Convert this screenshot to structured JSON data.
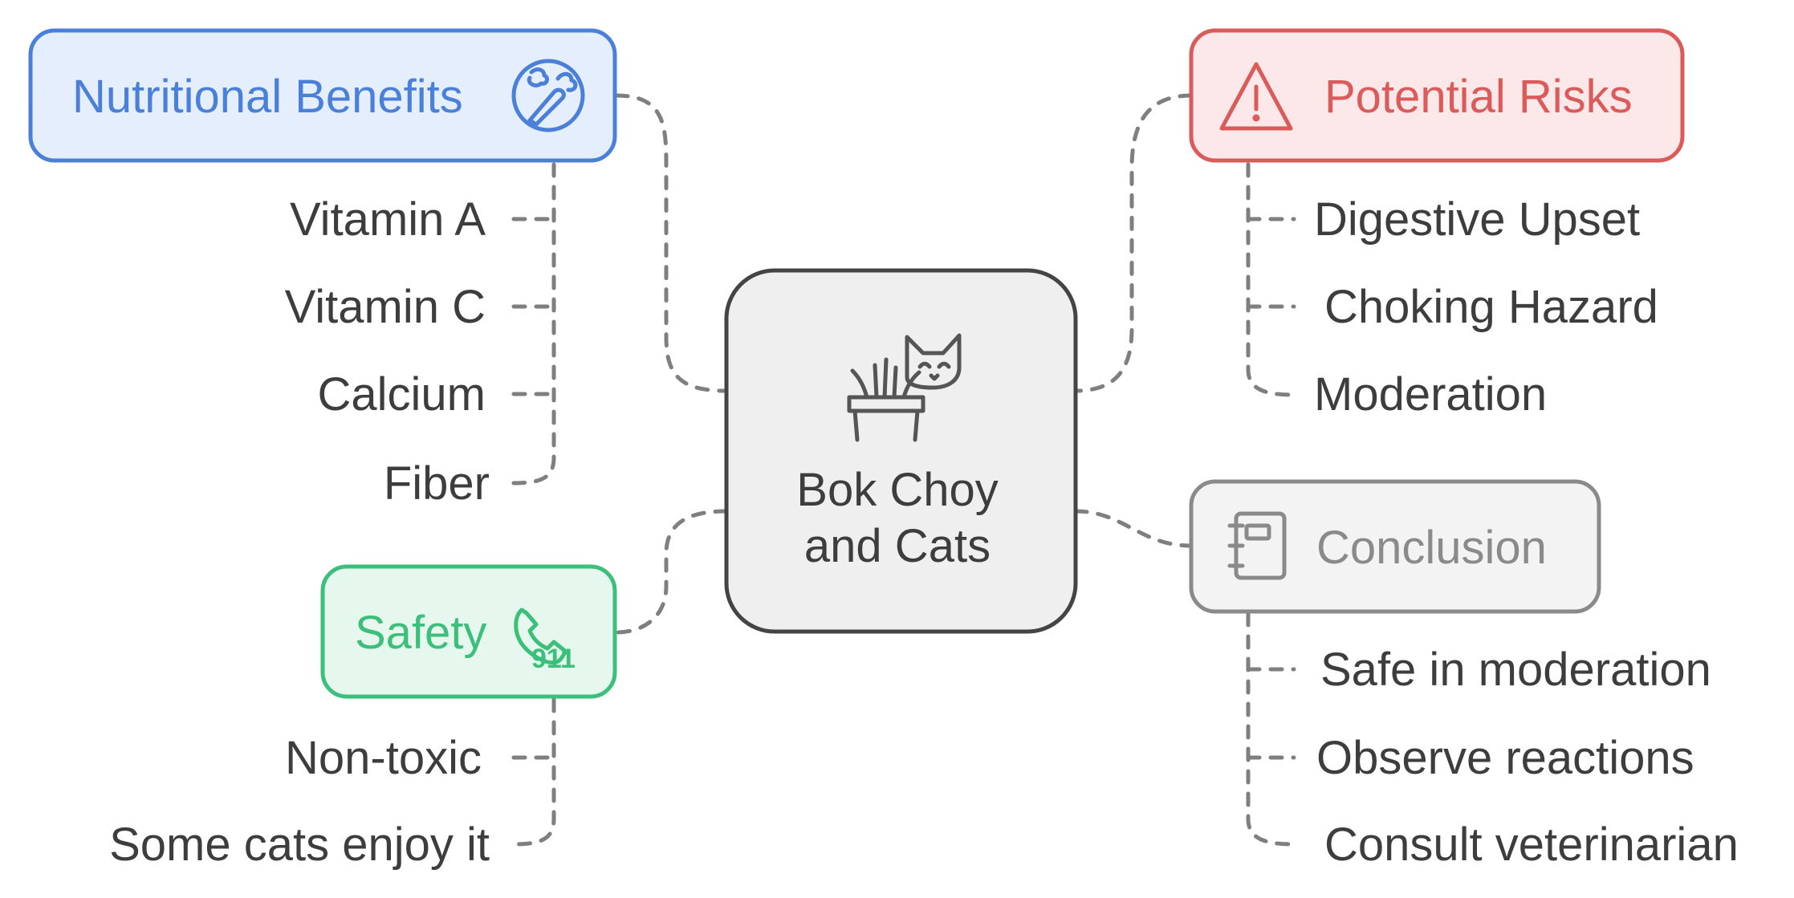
{
  "center": {
    "title_line1": "Bok Choy",
    "title_line2": "and Cats",
    "icon": "cat-plant-icon"
  },
  "colors": {
    "blue": "#4a80d9",
    "blue_bg": "#e4eefc",
    "red": "#db5a5a",
    "red_bg": "#fce8e8",
    "green": "#3bbf7a",
    "green_bg": "#e6f8ee",
    "gray": "#8a8a8a",
    "gray_bg": "#f3f3f3",
    "center_bg": "#efefef",
    "center_border": "#444444"
  },
  "branches": {
    "nutritional": {
      "label": "Nutritional Benefits",
      "icon": "vegetables-icon",
      "items": [
        "Vitamin A",
        "Vitamin C",
        "Calcium",
        "Fiber"
      ]
    },
    "safety": {
      "label": "Safety",
      "icon": "emergency-phone-icon",
      "icon_text": "911",
      "items": [
        "Non-toxic",
        "Some cats enjoy it"
      ]
    },
    "risks": {
      "label": "Potential Risks",
      "icon": "warning-icon",
      "items": [
        "Digestive Upset",
        "Choking Hazard",
        "Moderation"
      ]
    },
    "conclusion": {
      "label": "Conclusion",
      "icon": "notebook-icon",
      "items": [
        "Safe in moderation",
        "Observe reactions",
        "Consult veterinarian"
      ]
    }
  }
}
